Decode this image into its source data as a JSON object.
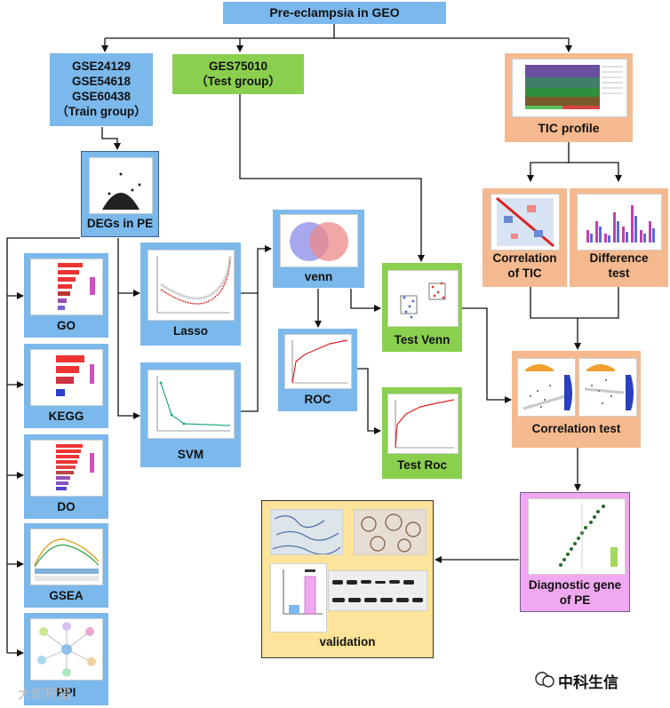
{
  "title": "Pre-eclampsia in GEO",
  "train_group": {
    "lines": [
      "GSE24129",
      "GSE54618",
      "GSE60438",
      "（Train group）"
    ]
  },
  "test_group": {
    "lines": [
      "GES75010",
      "（Test group）"
    ]
  },
  "nodes": {
    "tic_profile": "TIC profile",
    "degs": "DEGs in PE",
    "go": "GO",
    "kegg": "KEGG",
    "do": "DO",
    "gsea": "GSEA",
    "ppi": "PPI",
    "lasso": "Lasso",
    "svm": "SVM",
    "venn": "venn",
    "roc": "ROC",
    "test_venn": "Test Venn",
    "test_roc": "Test Roc",
    "correlation_tic": [
      "Correlation",
      "of TIC"
    ],
    "difference_test": [
      "Difference",
      "test"
    ],
    "correlation_test": "Correlation test",
    "diagnostic_gene": [
      "Diagnostic gene",
      "of PE"
    ],
    "validation": "validation"
  },
  "watermark_left": "大郎狩猎",
  "watermark_right": "中科生信",
  "colors": {
    "blue": "#7bb8ec",
    "green": "#8ad04e",
    "orange": "#f4b98f",
    "pink": "#f0a8f0",
    "yellow": "#fde49a"
  }
}
